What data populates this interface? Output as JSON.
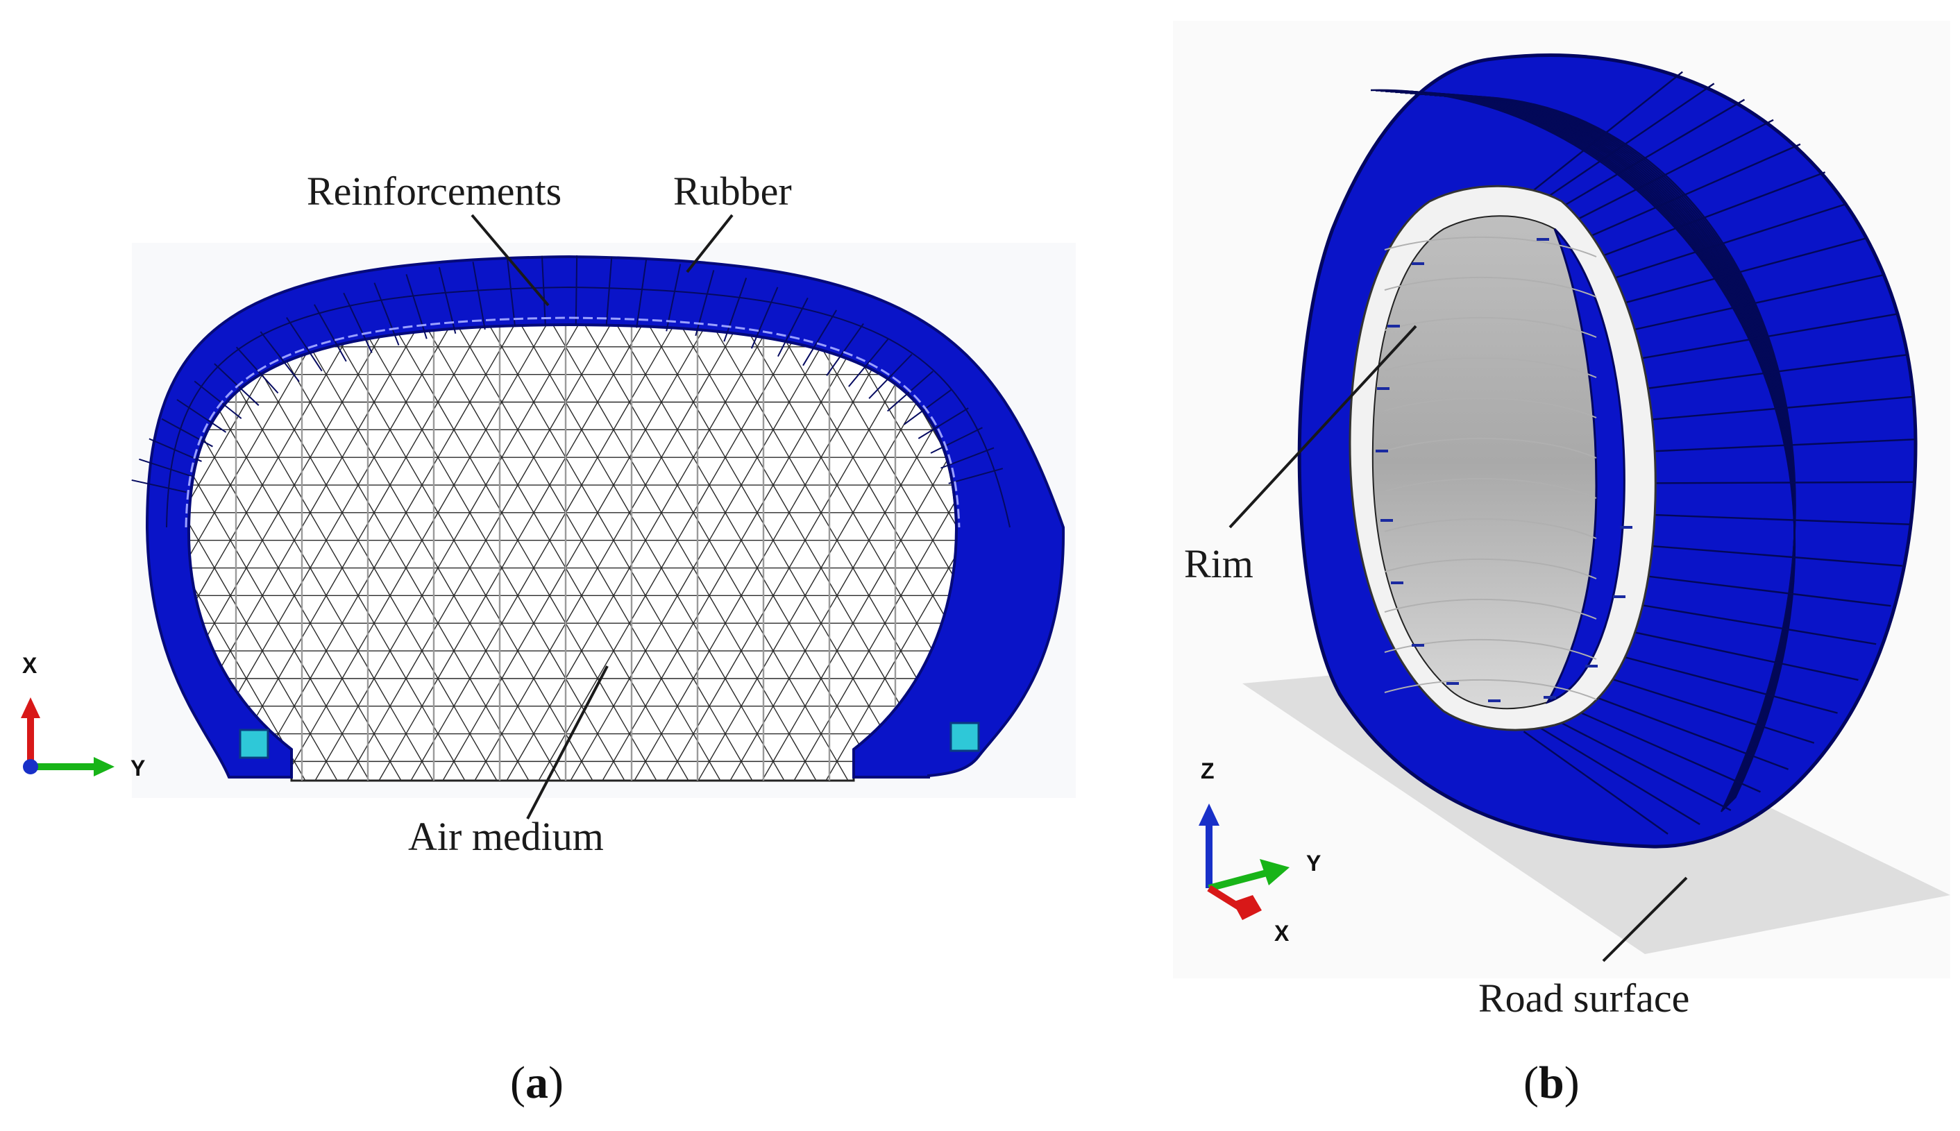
{
  "panel_a": {
    "labels": {
      "reinforcements": "Reinforcements",
      "rubber": "Rubber",
      "air_medium": "Air medium"
    },
    "axes": {
      "vertical": "X",
      "horizontal": "Y"
    },
    "caption": {
      "open": "(",
      "letter": "a",
      "close": ")"
    }
  },
  "panel_b": {
    "labels": {
      "rim": "Rim",
      "road_surface": "Road surface"
    },
    "axes": {
      "vertical": "Z",
      "y": "Y",
      "x": "X"
    },
    "caption": {
      "open": "(",
      "letter": "b",
      "close": ")"
    }
  },
  "colors": {
    "rubber": "#0a14c8",
    "rubber_dark": "#050a7a",
    "mesh_line": "#1c1c1c",
    "rim": "#c8c8c8",
    "road": "#dedede",
    "bead": "#2ec8d8",
    "axis_red": "#d81818",
    "axis_green": "#18b418",
    "axis_blue": "#1830c8"
  }
}
